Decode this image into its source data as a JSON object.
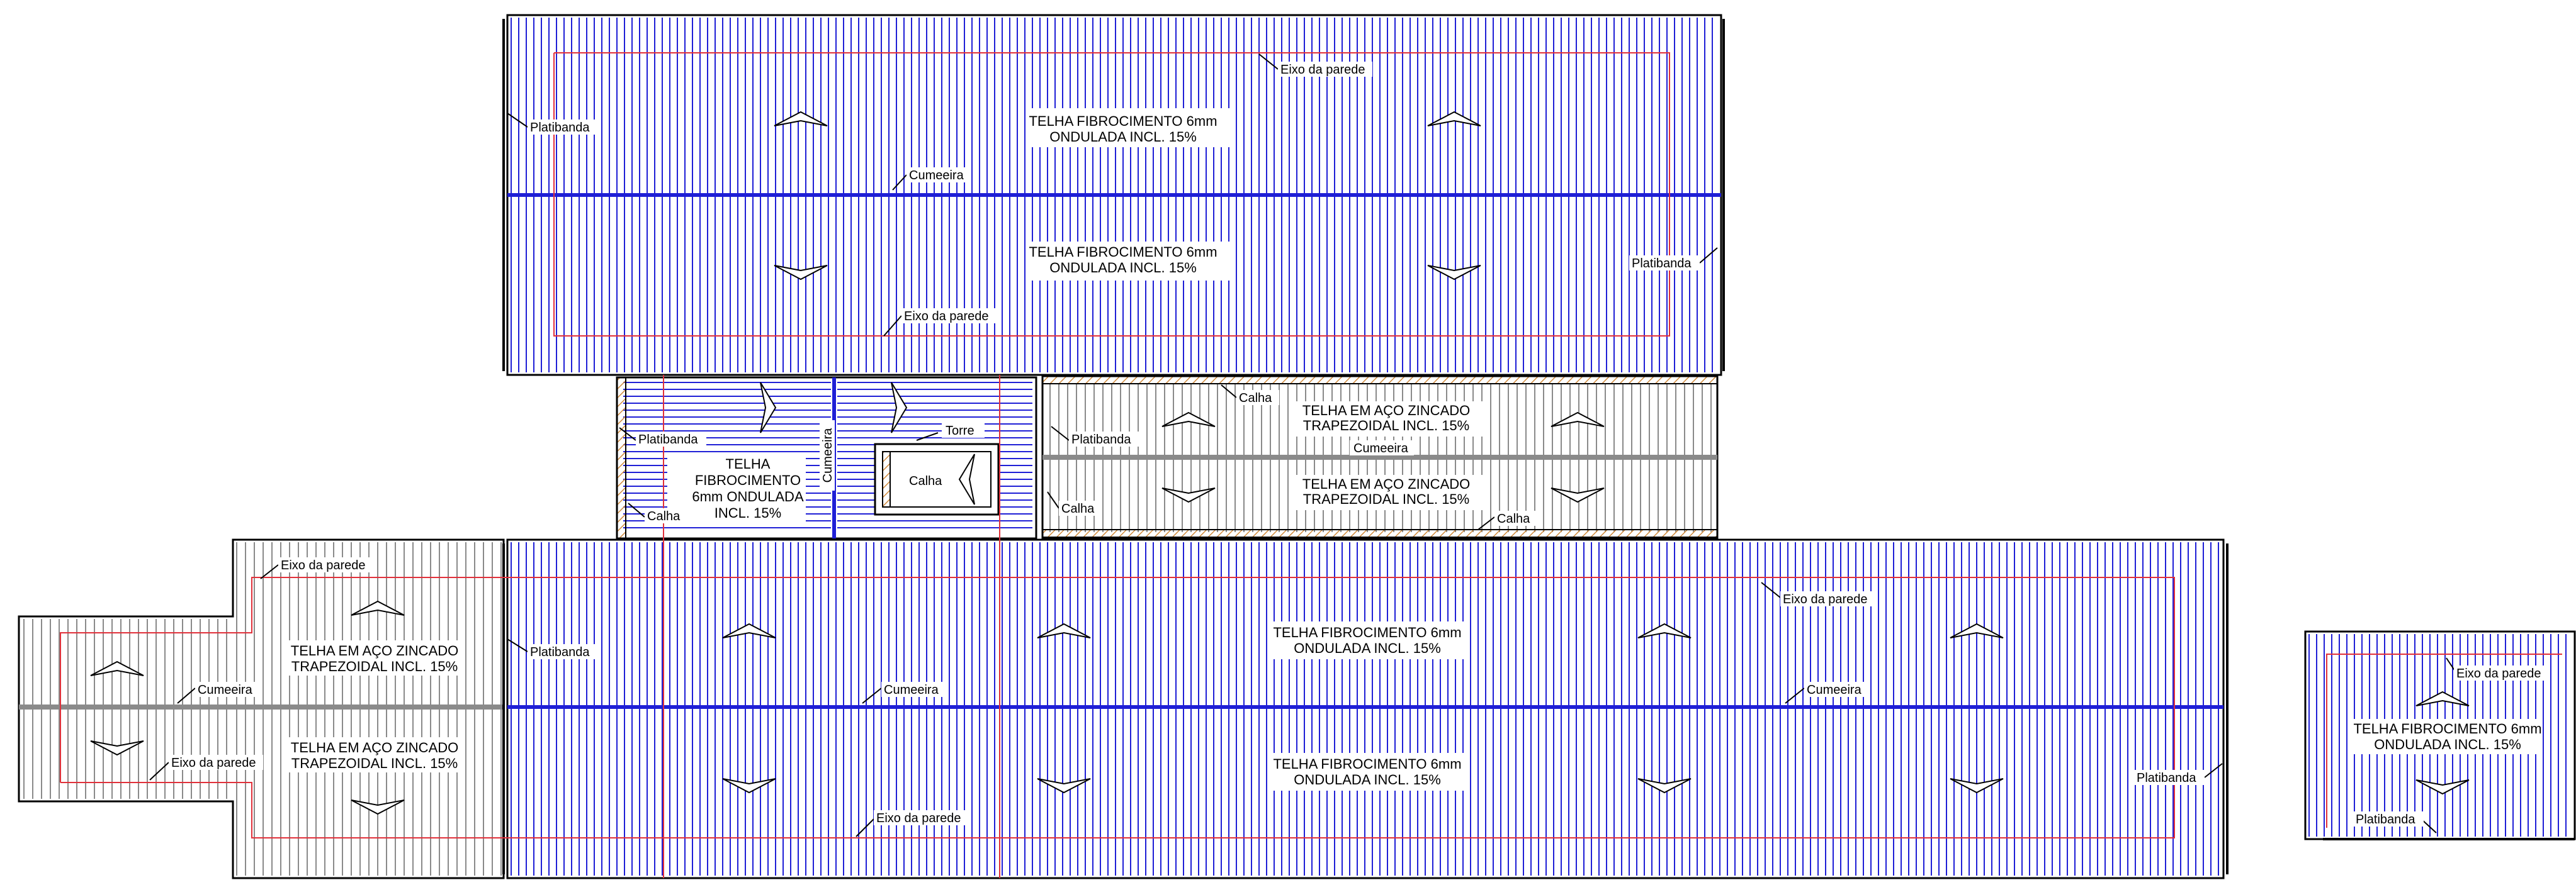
{
  "drawing": {
    "colors": {
      "fibro_stroke": "#1f1fd6",
      "zinc_stroke": "#8a8a8a",
      "outline": "#000000",
      "wall_axis": "#e0303a",
      "gutter_hatch": "#d08a3c",
      "background": "#ffffff"
    }
  },
  "labels": {
    "platibanda": "Platibanda",
    "cumeeira": "Cumeeira",
    "eixo_parede": "Eixo da parede",
    "calha": "Calha",
    "torre": "Torre"
  },
  "roofs": {
    "top_upper_l1": "TELHA FIBROCIMENTO 6mm",
    "top_upper_l2": "ONDULADA INCL. 15%",
    "top_lower_l1": "TELHA FIBROCIMENTO 6mm",
    "top_lower_l2": "ONDULADA INCL. 15%",
    "mid_left_l1": "TELHA",
    "mid_left_l2": "FIBROCIMENTO",
    "mid_left_l3": "6mm ONDULADA",
    "mid_left_l4": "INCL. 15%",
    "mid_right_upper_l1": "TELHA EM AÇO ZINCADO",
    "mid_right_upper_l2": "TRAPEZOIDAL INCL. 15%",
    "mid_right_lower_l1": "TELHA EM AÇO ZINCADO",
    "mid_right_lower_l2": "TRAPEZOIDAL INCL. 15%",
    "left_upper_l1": "TELHA EM AÇO ZINCADO",
    "left_upper_l2": "TRAPEZOIDAL INCL. 15%",
    "left_lower_l1": "TELHA EM AÇO ZINCADO",
    "left_lower_l2": "TRAPEZOIDAL INCL. 15%",
    "bottom_upper_l1": "TELHA FIBROCIMENTO 6mm",
    "bottom_upper_l2": "ONDULADA INCL. 15%",
    "bottom_lower_l1": "TELHA FIBROCIMENTO 6mm",
    "bottom_lower_l2": "ONDULADA INCL. 15%",
    "small_l1": "TELHA FIBROCIMENTO 6mm",
    "small_l2": "ONDULADA INCL. 15%"
  }
}
